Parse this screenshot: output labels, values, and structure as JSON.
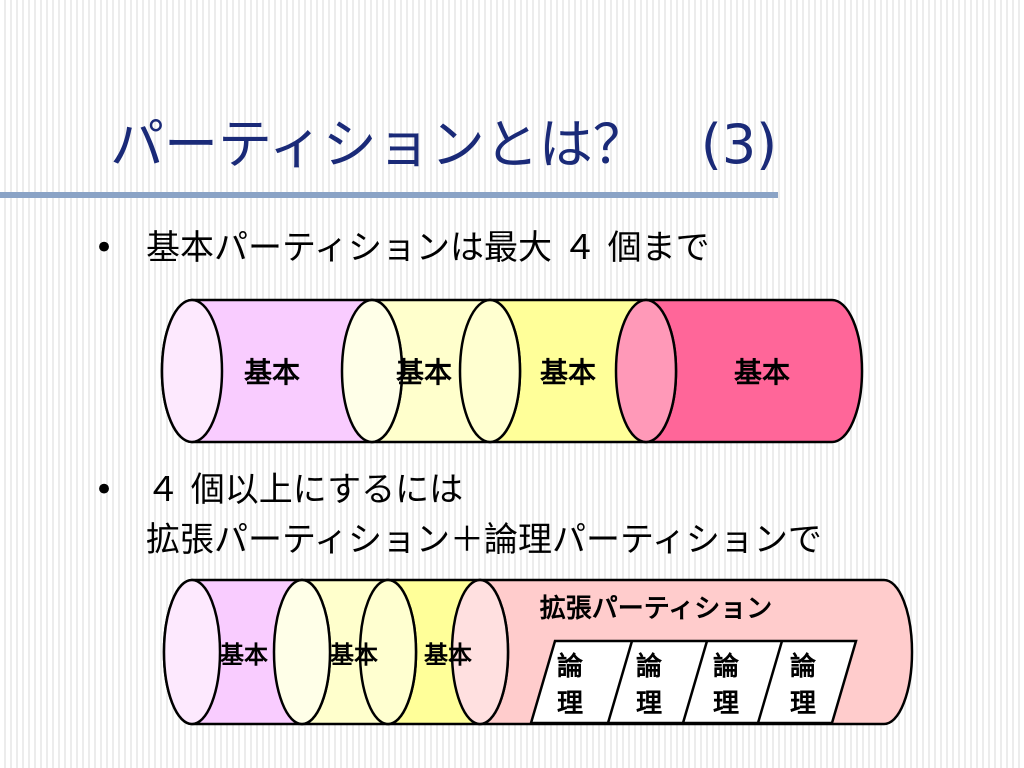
{
  "title": "パーティションとは？　(3)",
  "bullets": [
    {
      "marker": "•",
      "lines": [
        "基本パーティションは最大 ４ 個まで"
      ]
    },
    {
      "marker": "•",
      "lines": [
        "４ 個以上にするには",
        "拡張パーティション＋論理パーティションで"
      ]
    }
  ],
  "diagram1": {
    "segments": [
      {
        "label": "基本",
        "color": "#f9ccff",
        "cap": "#fde9fe"
      },
      {
        "label": "基本",
        "color": "#ffffcc",
        "cap": "#ffffe8"
      },
      {
        "label": "基本",
        "color": "#ffff99",
        "cap": "#ffffd0"
      },
      {
        "label": "基本",
        "color": "#ff6699",
        "cap": "#ff99b8"
      }
    ]
  },
  "diagram2": {
    "primary": [
      {
        "label": "基本",
        "color": "#f9ccff",
        "cap": "#fde9fe"
      },
      {
        "label": "基本",
        "color": "#ffffcc",
        "cap": "#ffffe8"
      },
      {
        "label": "基本",
        "color": "#ffff99",
        "cap": "#ffffd0"
      }
    ],
    "extended": {
      "label": "拡張パーティション",
      "color": "#ffcccc",
      "cap": "#ffe0e0"
    },
    "logical": [
      {
        "label_top": "論",
        "label_bottom": "理"
      },
      {
        "label_top": "論",
        "label_bottom": "理"
      },
      {
        "label_top": "論",
        "label_bottom": "理"
      },
      {
        "label_top": "論",
        "label_bottom": "理"
      }
    ]
  }
}
